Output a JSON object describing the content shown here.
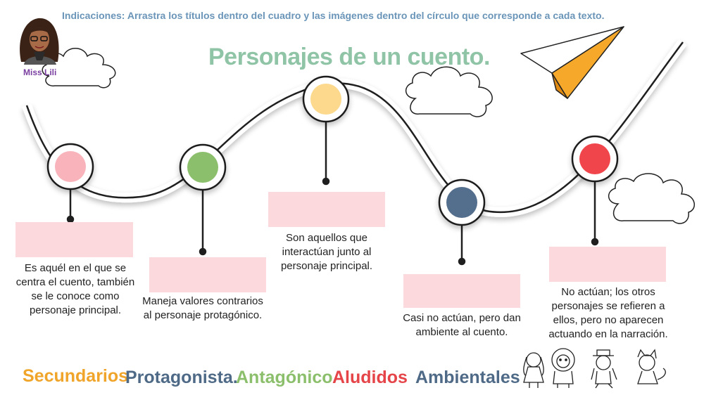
{
  "header": {
    "instructions": "Indicaciones: Arrastra  los títulos dentro del cuadro y las imágenes  dentro del círculo que corresponde  a cada texto.",
    "avatar_name": "Miss Lili",
    "title": "Personajes de un cuento."
  },
  "descriptions": {
    "d1": "Es aquél en el que se centra el cuento, también se le conoce como personaje principal.",
    "d2": "Maneja valores contrarios al personaje protagónico.",
    "d3": "Son aquellos que interactúan junto al personaje principal.",
    "d4": "Casi no actúan, pero dan ambiente al cuento.",
    "d5": "No actúan; los otros personajes se refieren a ellos, pero no aparecen actuando en la narración."
  },
  "words": {
    "w1": "Secundarios",
    "w2": "Protagonista.",
    "w3": "Antagónico",
    "w4": "Aludidos",
    "w5": "Ambientales"
  },
  "colors": {
    "pink_circle": "#f9b3bb",
    "green_circle": "#8cbf6b",
    "yellow_circle": "#fcd98c",
    "blue_circle": "#546e8d",
    "red_circle": "#f0454b",
    "dropbox": "#fcd9dc",
    "word_secundarios": "#f0a52a",
    "word_protagonista": "#4e6a87",
    "word_antagonico": "#8cbf6b",
    "word_aludidos": "#e54549",
    "word_ambientales": "#4e6a87"
  },
  "icons": {
    "avatar": "woman-avatar-icon",
    "plane": "paper-plane-icon",
    "characters": [
      "girl-character-icon",
      "lion-character-icon",
      "clown-character-icon",
      "cat-character-icon"
    ]
  }
}
